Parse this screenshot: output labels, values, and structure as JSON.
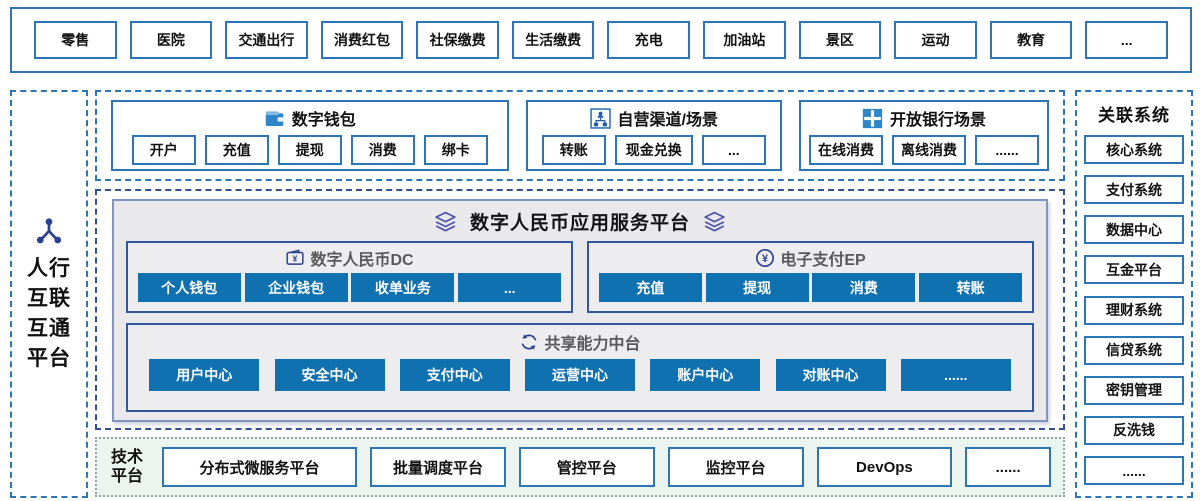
{
  "top_apps": {
    "items": [
      "零售",
      "医院",
      "交通出行",
      "消费红包",
      "社保缴费",
      "生活缴费",
      "充电",
      "加油站",
      "景区",
      "运动",
      "教育",
      "..."
    ]
  },
  "left_panel": {
    "icon": "network-icon",
    "title_lines": [
      "人行",
      "互联",
      "互通",
      "平台"
    ]
  },
  "service_sections": [
    {
      "icon": "wallet-icon",
      "title": "数字钱包",
      "items": [
        "开户",
        "充值",
        "提现",
        "消费",
        "绑卡"
      ]
    },
    {
      "icon": "org-chart-icon",
      "title": "自营渠道/场景",
      "items": [
        "转账",
        "现金兑换",
        "..."
      ]
    },
    {
      "icon": "open-bank-icon",
      "title": "开放银行场景",
      "items": [
        "在线消费",
        "离线消费",
        "......"
      ]
    }
  ],
  "platform": {
    "title": "数字人民币应用服务平台",
    "title_icon": "layers-icon",
    "dc": {
      "icon": "wallet-outline-icon",
      "title": "数字人民币DC",
      "items": [
        "个人钱包",
        "企业钱包",
        "收单业务",
        "..."
      ]
    },
    "ep": {
      "icon": "yuan-circle-icon",
      "title": "电子支付EP",
      "items": [
        "充值",
        "提现",
        "消费",
        "转账"
      ]
    },
    "middle": {
      "icon": "cycle-icon",
      "title": "共享能力中台",
      "items": [
        "用户中心",
        "安全中心",
        "支付中心",
        "运营中心",
        "账户中心",
        "对账中心",
        "......"
      ]
    }
  },
  "tech_platform": {
    "label_lines": [
      "技术",
      "平台"
    ],
    "items": [
      "分布式微服务平台",
      "批量调度平台",
      "管控平台",
      "监控平台",
      "DevOps",
      "......"
    ]
  },
  "related_systems": {
    "title": "关联系统",
    "items": [
      "核心系统",
      "支付系统",
      "数据中心",
      "互金平台",
      "理财系统",
      "信贷系统",
      "密钥管理",
      "反洗钱",
      "......"
    ]
  },
  "colors": {
    "border_blue": "#2e75b6",
    "button_blue": "#1071b0",
    "dashed_navy": "#33508f",
    "icon_navy": "#2c3f8f",
    "layers_purple": "#5456ae",
    "platform_bg": "#e9e9ec",
    "section_bg": "#ededef",
    "tech_bg": "#ebf4ef",
    "header_gray": "#595959"
  }
}
